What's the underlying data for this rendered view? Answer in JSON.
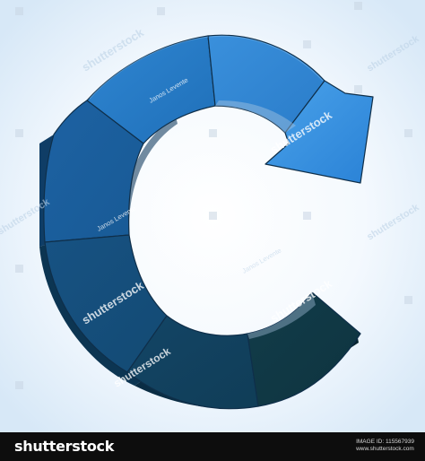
{
  "watermark": {
    "text": "shutterstock",
    "author": "Janos Levente"
  },
  "footer": {
    "logo": "shutterstock",
    "image_id": "IMAGE ID: 115567939",
    "site": "www.shutterstock.com"
  },
  "colors": {
    "background_glow": "#d7e8f7",
    "arrow_head": "#2f8ee0",
    "segment_light": "#2a7cc9",
    "segment_mid": "#1c5f9e",
    "segment_dark": "#12486f",
    "segment_darkest": "#0f3a46",
    "footer_bar": "#0d0d0d"
  }
}
